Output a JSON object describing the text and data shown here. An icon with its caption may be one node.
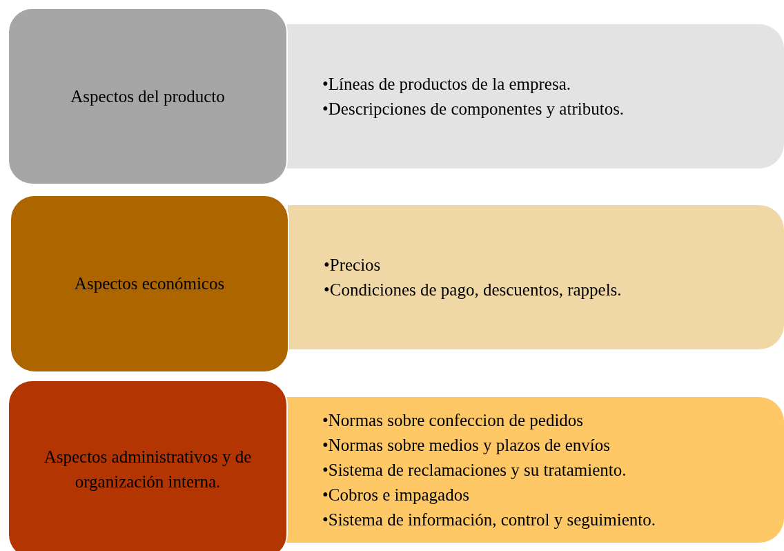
{
  "diagram": {
    "nodes": [
      {
        "text": [
          "Aspectos del producto"
        ]
      },
      {
        "text": [
          "•Líneas de productos de la empresa.",
          "•Descripciones de componentes y atributos."
        ]
      },
      {
        "text": [
          "Aspectos económicos"
        ]
      },
      {
        "text": [
          "•Precios",
          "•Condiciones de pago, descuentos, rappels."
        ]
      },
      {
        "text": [
          "Aspectos administrativos y de organización interna."
        ]
      },
      {
        "text": [
          "•Normas sobre confeccion de pedidos",
          "•Normas sobre medios y plazos de envíos",
          "•Sistema de reclamaciones y su tratamiento.",
          "•Cobros e impagados",
          "•Sistema de información, control y seguimiento."
        ]
      }
    ]
  }
}
